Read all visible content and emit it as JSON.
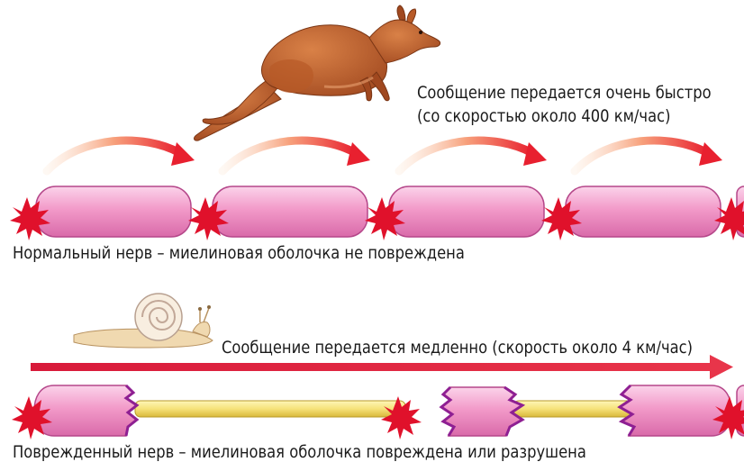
{
  "labels": {
    "fast_line1": "Сообщение передается очень быстро",
    "fast_line2": "(со скоростью около 400 км/час)",
    "normal_nerve": "Нормальный нерв – миелиновая оболочка не повреждена",
    "slow_message": "Сообщение передается медленно (скорость около 4 км/час)",
    "damaged_nerve": "Поврежденный нерв – миелиновая оболочка повреждена или разрушена"
  },
  "icons": {
    "fast_animal": "kangaroo-icon",
    "slow_animal": "snail-icon"
  },
  "colors": {
    "myelin_fill": "#f4a6d0",
    "myelin_outline": "#b5478a",
    "node_red": "#e0112b",
    "arrow_red": "#e8202f",
    "axon_yellow": "#f6e27a",
    "torn_edge": "#8e1f92"
  }
}
